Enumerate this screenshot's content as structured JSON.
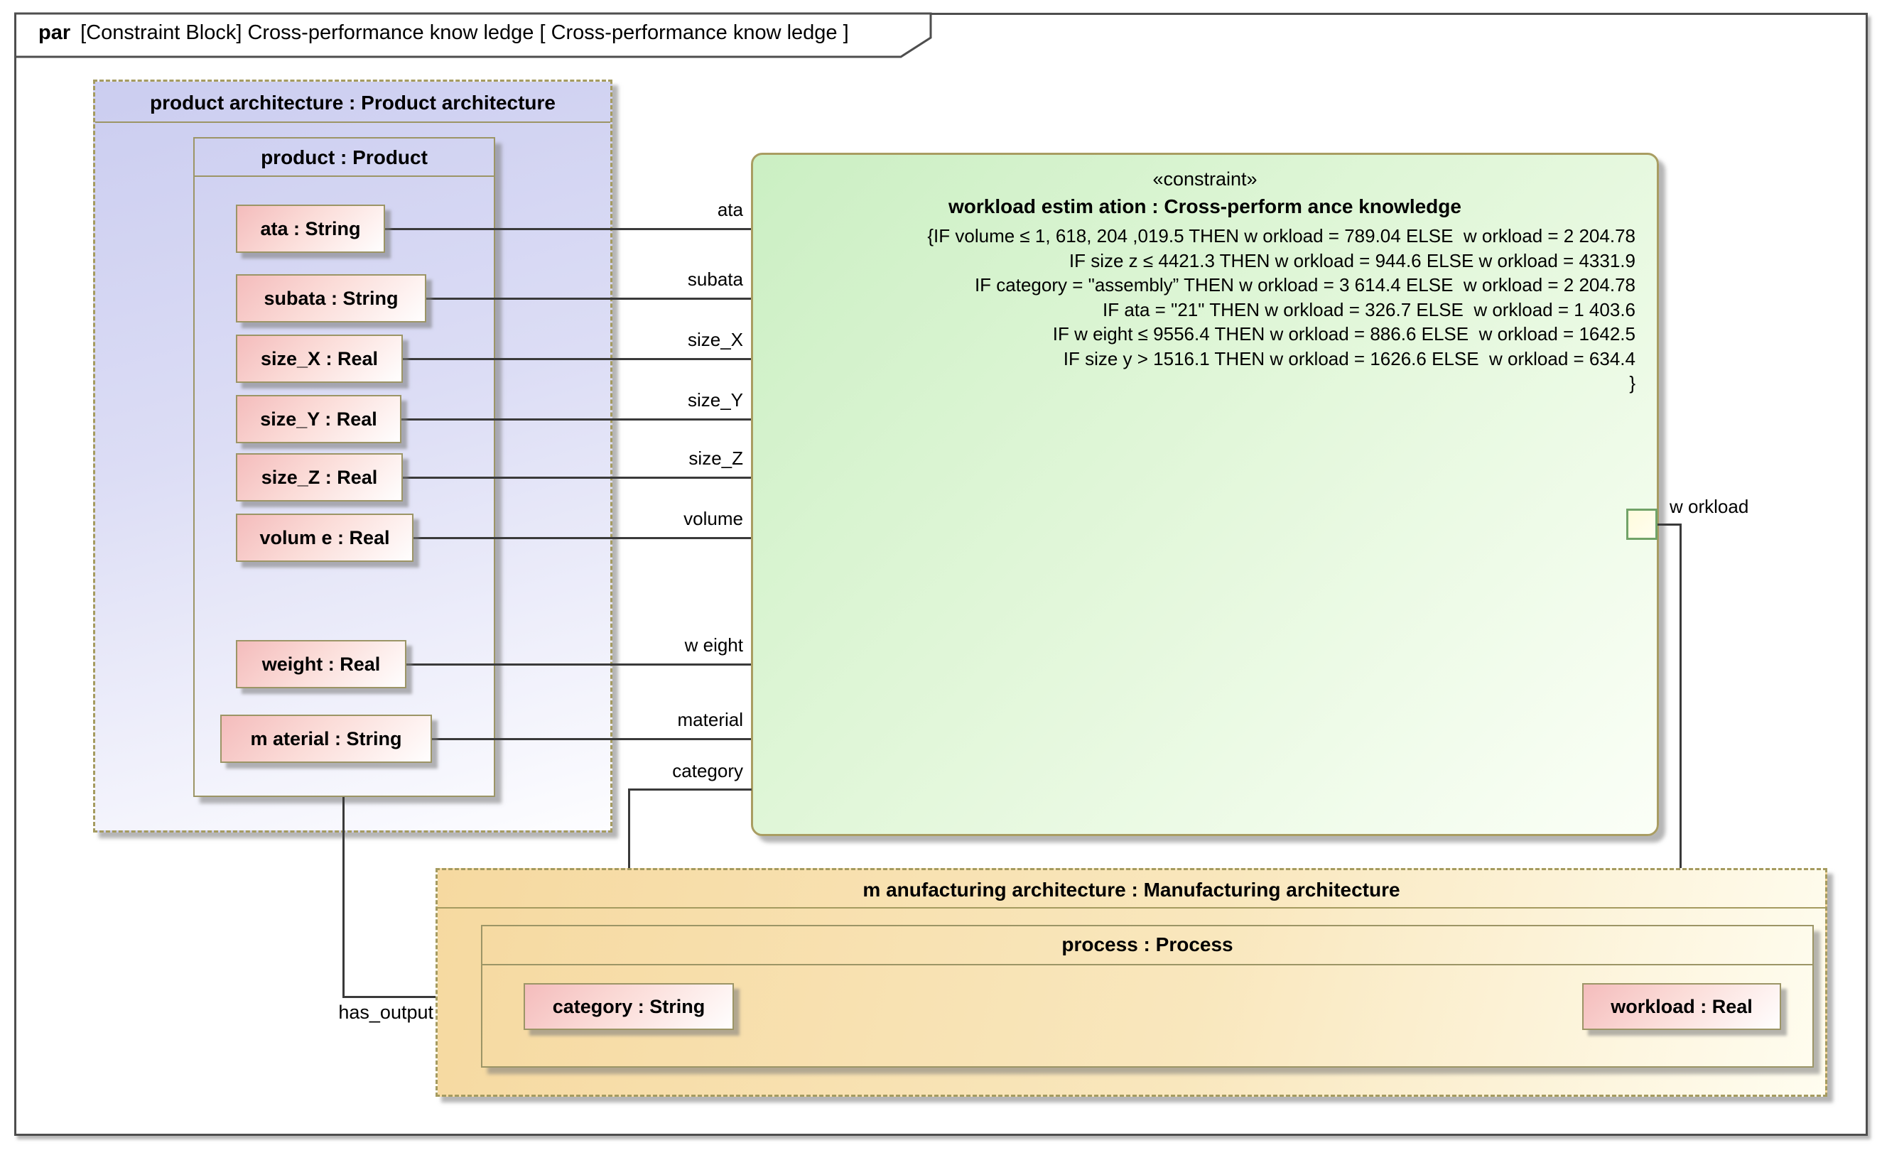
{
  "frame": {
    "title_keyword": "par",
    "title_rest": "[Constraint Block] Cross-performance know ledge [ Cross-performance know ledge ]"
  },
  "product_architecture": {
    "title": "product architecture : Product architecture",
    "product": {
      "title": "product : Product",
      "properties": [
        "ata : String",
        "subata : String",
        "size_X : Real",
        "size_Y : Real",
        "size_Z : Real",
        "volum e : Real",
        "weight : Real",
        "m aterial : String"
      ]
    }
  },
  "constraint_block": {
    "stereotype": "«constraint»",
    "title": "workload estim ation : Cross-perform ance knowledge",
    "lines": [
      "{IF volume ≤ 1, 618, 204 ,019.5 THEN w orkload = 789.04 ELSE  w orkload = 2 204.78",
      "IF size z ≤ 4421.3 THEN w orkload = 944.6 ELSE w orkload = 4331.9",
      "IF category = \"assembly” THEN w orkload = 3 614.4 ELSE  w orkload = 2 204.78",
      "IF ata = \"21\" THEN w orkload = 326.7 ELSE  w orkload = 1 403.6",
      "IF w eight ≤ 9556.4 THEN w orkload = 886.6 ELSE  w orkload = 1642.5",
      "IF size y > 1516.1 THEN w orkload = 1626.6 ELSE  w orkload = 634.4",
      "}"
    ]
  },
  "ports": {
    "left": [
      "ata",
      "subata",
      "size_X",
      "size_Y",
      "size_Z",
      "volume",
      "w eight",
      "material",
      "category"
    ],
    "right": {
      "label": "w orkload"
    }
  },
  "manufacturing_architecture": {
    "title": "m anufacturing architecture : Manufacturing architecture",
    "process": {
      "title": "process : Process",
      "parts": [
        {
          "label": "category : String"
        },
        {
          "label": "workload : Real"
        }
      ]
    }
  },
  "connectors": {
    "has_output_label": "has_output"
  },
  "colors": {
    "frame_border": "#4e4e4e",
    "dashed_border": "#a59b60",
    "solid_border": "#9c9566",
    "lavender_fill": "#cbcdf0",
    "orange_fill": "#f6d9a0",
    "green_fill": "#cbefc3",
    "pink_fill": "#f4bcbc",
    "port_fill": "#fffbdc",
    "port_border": "#71a368",
    "wire": "#3a3a3a"
  }
}
